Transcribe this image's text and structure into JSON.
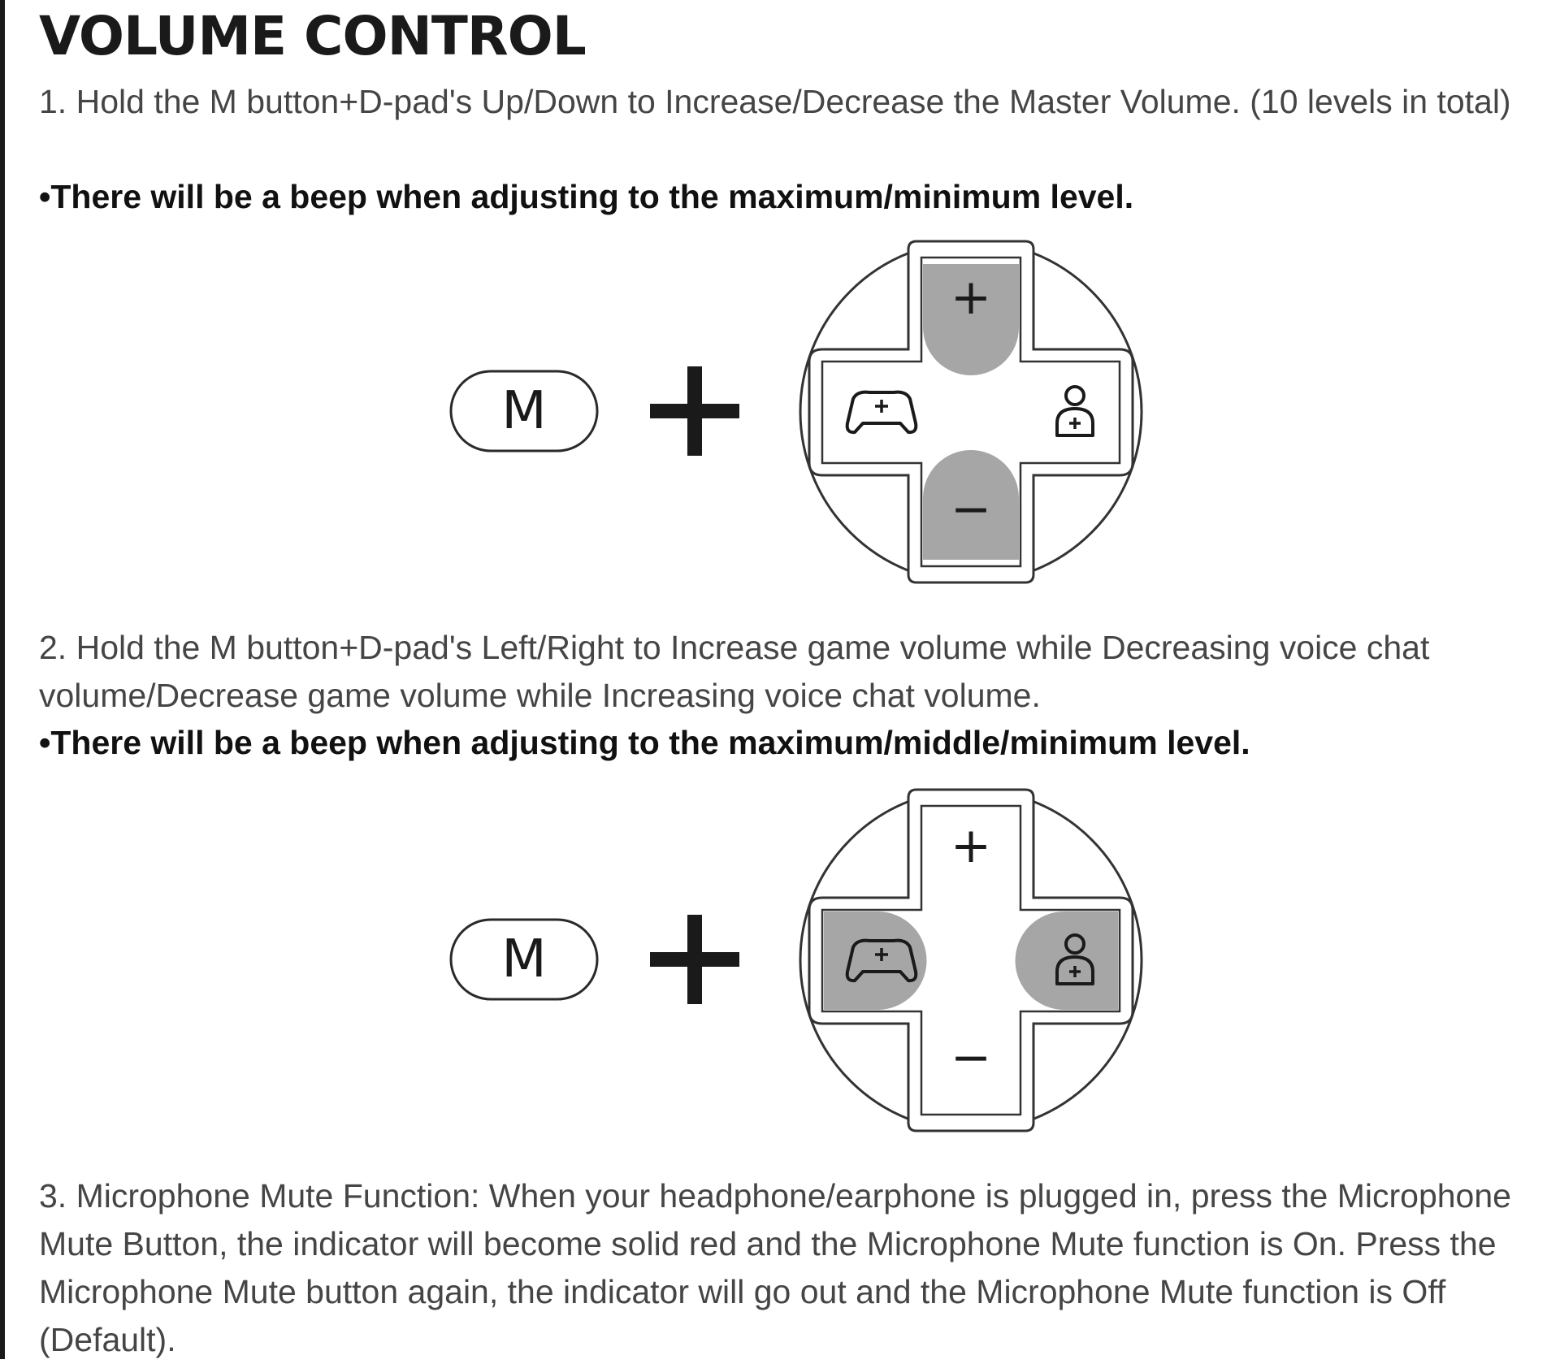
{
  "title": "VOLUME CONTROL",
  "step1": {
    "text": "1. Hold the M button+D-pad's Up/Down to Increase/Decrease the Master Volume. (10 levels in total)",
    "note": "•There will be a beep when adjusting to the maximum/minimum level."
  },
  "step2": {
    "text": "2. Hold the M button+D-pad's Left/Right to Increase game volume while Decreasing voice chat volume/Decrease game volume while Increasing voice  chat volume.",
    "note": "•There will be a beep when adjusting to the maximum/middle/minimum level."
  },
  "step3": {
    "text": "3. Microphone Mute Function: When your headphone/earphone is plugged in, press the Microphone Mute Button, the indicator will become solid red and the Microphone Mute function is On. Press the Microphone Mute button again, the indicator will go out and the Microphone Mute function is Off (Default)."
  },
  "diagram": {
    "m_button_label": "M",
    "plus_symbol": "+",
    "dpad_up_symbol": "+",
    "dpad_down_symbol": "−",
    "dpad_left_icon": "gamepad-icon",
    "dpad_right_icon": "voice-chat-person-icon",
    "highlight_color": "#a6a6a6"
  }
}
